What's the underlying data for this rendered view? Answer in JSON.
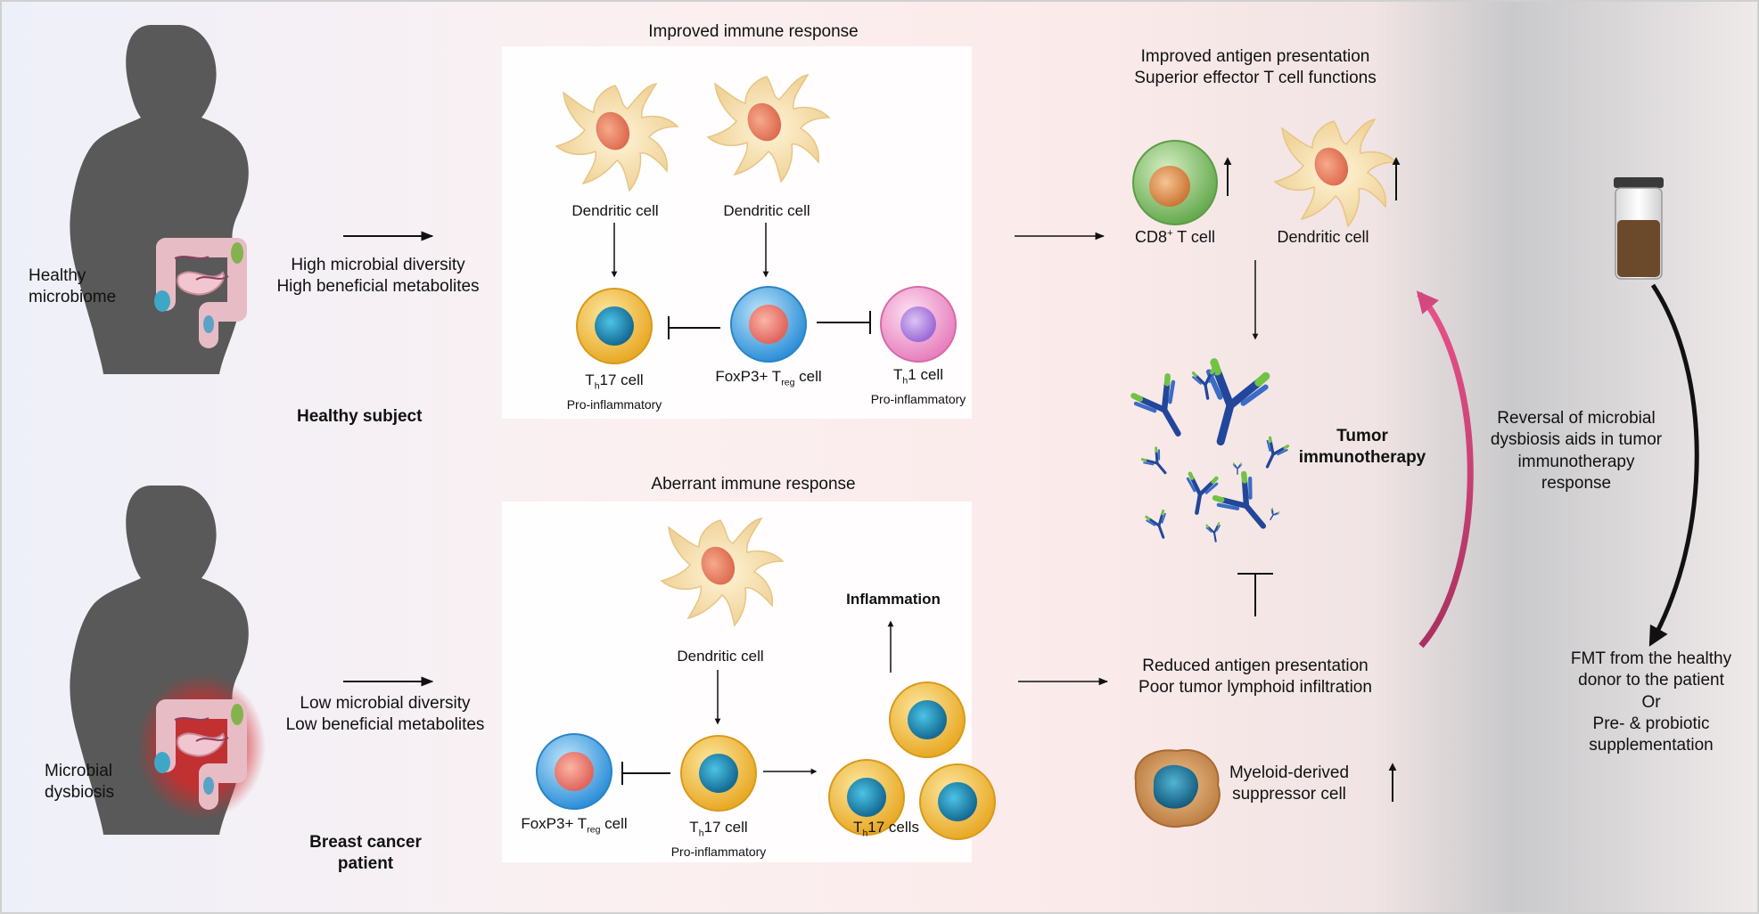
{
  "colors": {
    "silhouette": "#555555",
    "dendritic_body": "#f6e1b3",
    "dendritic_nucleus": "#ea8466",
    "th17_cell": "#f4c24e",
    "th17_nucleus": "#1e90b8",
    "treg_cell": "#4aaeea",
    "treg_nucleus": "#ef8478",
    "th1_cell": "#f3a8d2",
    "th1_nucleus": "#b487df",
    "cd8_cell": "#96c97e",
    "cd8_nucleus": "#e0965a",
    "antibody_heavy": "#22479a",
    "antibody_tip": "#72c244",
    "mdsc_body": "#d69a5c",
    "mdsc_nucleus": "#1f7e9f",
    "fmt_stool": "#6b4a2b",
    "reversal_arrow": "#c9507f",
    "inflamed_colon_glow": "#cc2020"
  },
  "healthy": {
    "microbiome_line1": "Healthy",
    "microbiome_line2": "microbiome",
    "subject_label": "Healthy subject",
    "flow_line1": "High microbial diversity",
    "flow_line2": "High beneficial metabolites",
    "panel_title": "Improved immune response",
    "dc_left_label": "Dendritic cell",
    "dc_right_label": "Dendritic cell",
    "th17_main": "T",
    "th17_sub": "h",
    "th17_rest": "17 cell",
    "th17_desc": "Pro-inflammatory",
    "treg_main": "FoxP3+ T",
    "treg_sub": "reg",
    "treg_rest": " cell",
    "th1_main": "T",
    "th1_sub": "h",
    "th1_rest": "1 cell",
    "th1_desc": "Pro-inflammatory"
  },
  "cancer": {
    "dysbiosis_line1": "Microbial",
    "dysbiosis_line2": "dysbiosis",
    "patient_line1": "Breast cancer",
    "patient_line2": "patient",
    "flow_line1": "Low microbial diversity",
    "flow_line2": "Low beneficial metabolites",
    "panel_title": "Aberrant immune response",
    "dc_label": "Dendritic cell",
    "inflammation_label": "Inflammation",
    "treg_main": "FoxP3+ T",
    "treg_sub": "reg",
    "treg_rest": " cell",
    "th17_main": "T",
    "th17_sub": "h",
    "th17_rest": "17 cell",
    "th17_desc": "Pro-inflammatory",
    "th17s_main": "T",
    "th17s_sub": "h",
    "th17s_rest": "17 cells"
  },
  "outcome": {
    "improved_line1": "Improved antigen presentation",
    "improved_line2": "Superior effector T cell functions",
    "cd8_main": "CD8",
    "cd8_sup": "+",
    "cd8_rest": " T cell",
    "dc_label": "Dendritic cell",
    "tumor_line1": "Tumor",
    "tumor_line2": "immunotherapy",
    "reduced_line1": "Reduced antigen presentation",
    "reduced_line2": "Poor tumor lymphoid  infiltration",
    "mdsc_line1": "Myeloid-derived",
    "mdsc_line2": "suppressor cell"
  },
  "reversal": {
    "line1": "Reversal of microbial",
    "line2": "dysbiosis aids in tumor",
    "line3": "immunotherapy",
    "line4": "response"
  },
  "fmt": {
    "line1": "FMT from the healthy",
    "line2": "donor to the patient",
    "line3": "Or",
    "line4": "Pre- & probiotic",
    "line5": "supplementation"
  }
}
